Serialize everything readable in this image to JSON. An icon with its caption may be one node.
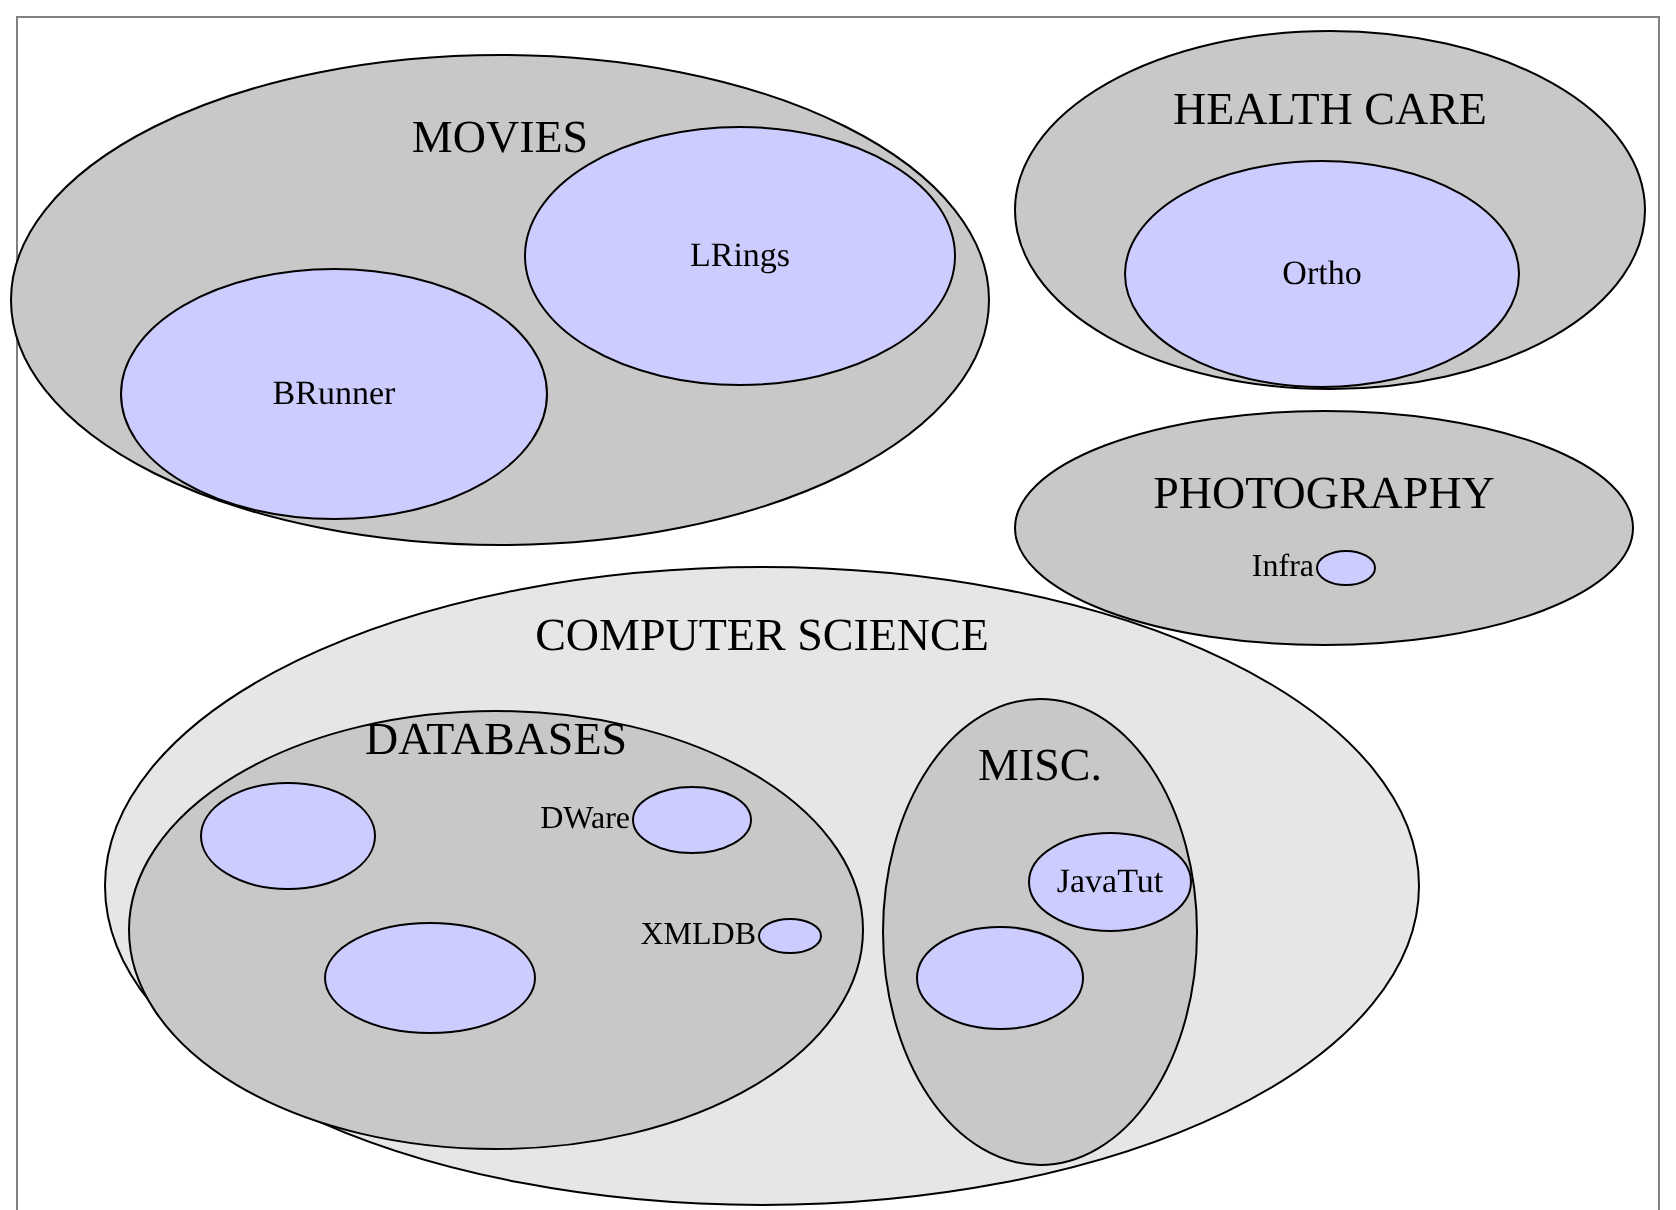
{
  "diagram": {
    "nodes": [
      {
        "text": [
          "MOVIES"
        ]
      },
      {
        "text": [
          "LRings"
        ],
        "in": 0
      },
      {
        "text": [
          "BRunner"
        ],
        "in": 0
      },
      {
        "text": [
          "HEALTH CARE"
        ]
      },
      {
        "text": [
          "Ortho"
        ],
        "in": 3
      },
      {
        "text": [
          "PHOTOGRAPHY"
        ]
      },
      {
        "text": [],
        "shape": "circle",
        "beside": [
          "Infra"
        ],
        "in": 5
      },
      {
        "text": [
          "COMPUTER SCIENCE"
        ]
      },
      {
        "text": [
          "DATABASES"
        ],
        "in": 7
      },
      {
        "text": [],
        "shape": "circle",
        "in": 8
      },
      {
        "text": [],
        "shape": "circle",
        "beside": [
          "DWare"
        ],
        "in": 8
      },
      {
        "text": [],
        "shape": "circle",
        "beside": [
          "XMLDB"
        ],
        "in": 8
      },
      {
        "text": [],
        "shape": "circle",
        "in": 8
      },
      {
        "text": [
          "MISC."
        ],
        "in": 7
      },
      {
        "text": [
          "JavaTut"
        ],
        "in": 13
      },
      {
        "text": [],
        "shape": "circle",
        "in": 13
      }
    ]
  }
}
